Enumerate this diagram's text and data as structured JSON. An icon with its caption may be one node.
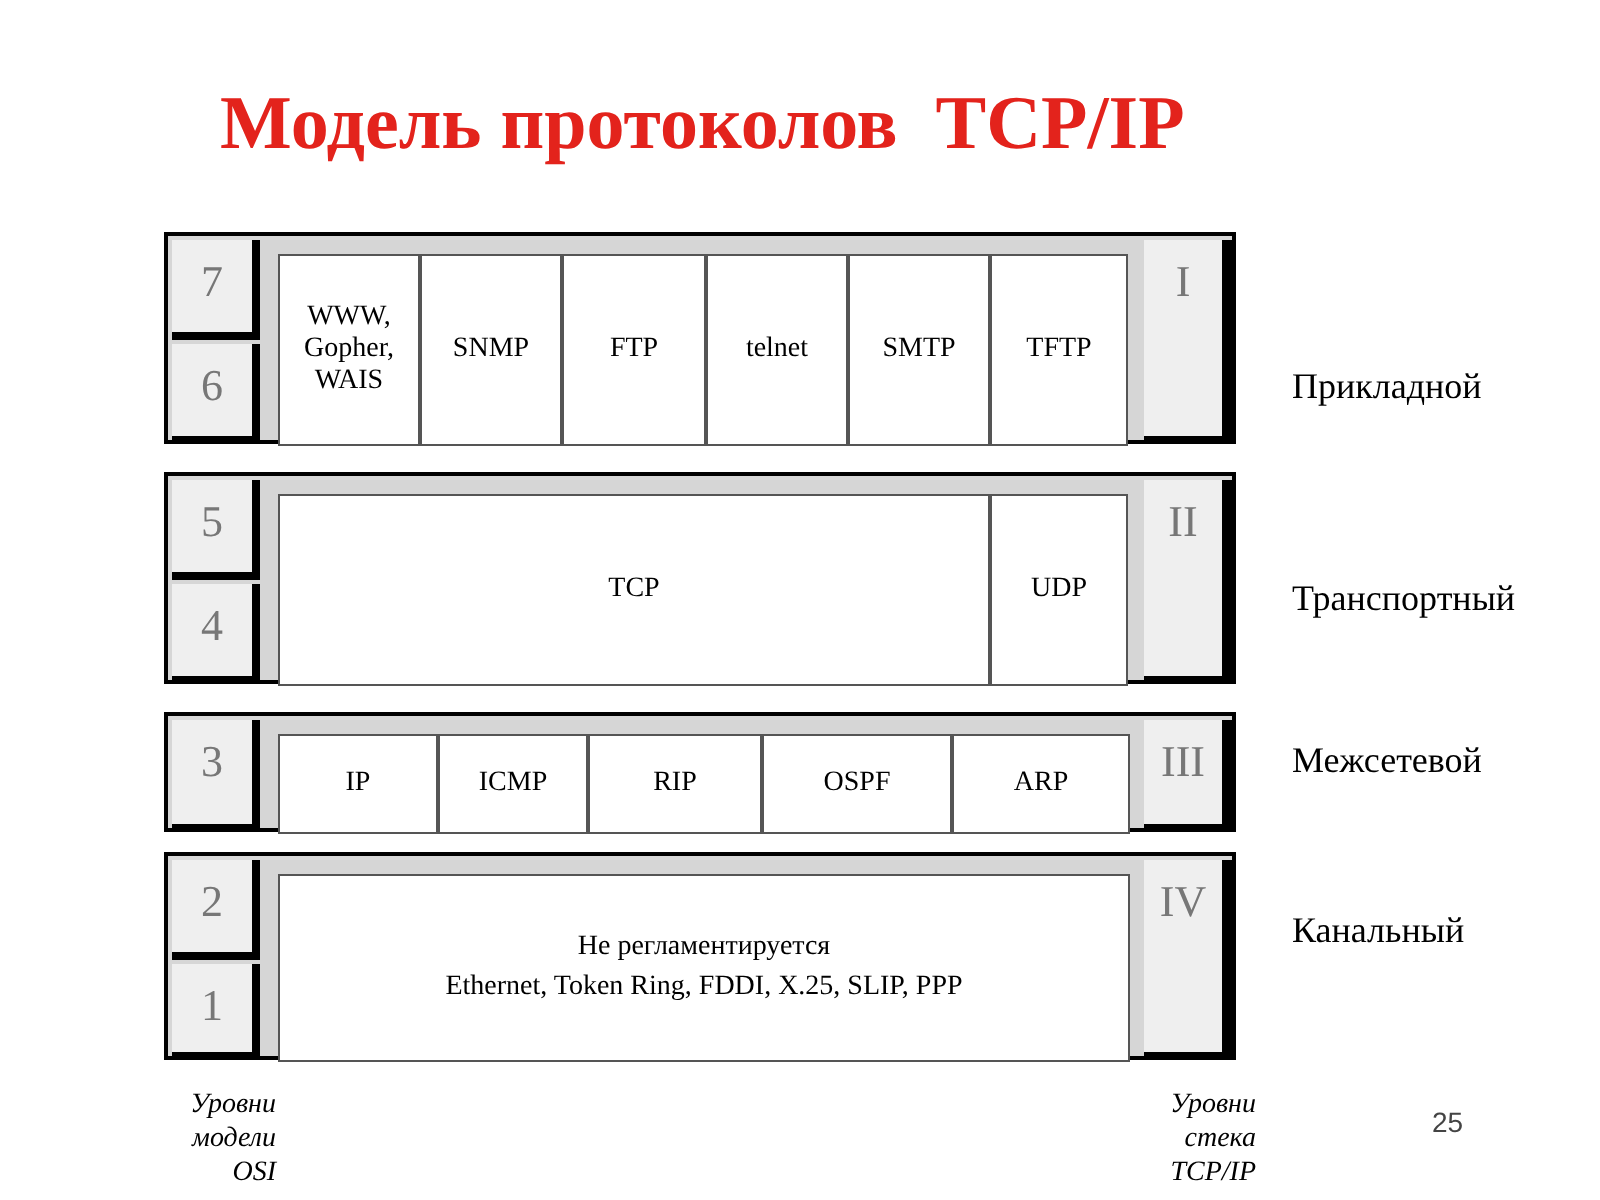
{
  "diagram": {
    "title": "Модель протоколов  TCP/IP",
    "nodes": [
      {
        "text": [],
        "shape": "box",
        "beside": [
          "Прикладной"
        ]
      },
      {
        "text": [
          "7"
        ],
        "in": 0
      },
      {
        "text": [
          "6"
        ],
        "in": 0
      },
      {
        "text": [
          "WWW, Gopher, WAIS"
        ],
        "in": 0
      },
      {
        "text": [
          "SNMP"
        ],
        "in": 0
      },
      {
        "text": [
          "FTP"
        ],
        "in": 0
      },
      {
        "text": [
          "telnet"
        ],
        "in": 0
      },
      {
        "text": [
          "SMTP"
        ],
        "in": 0
      },
      {
        "text": [
          "TFTP"
        ],
        "in": 0
      },
      {
        "text": [
          "I"
        ],
        "in": 0
      },
      {
        "text": [],
        "shape": "box",
        "beside": [
          "Транспортный"
        ]
      },
      {
        "text": [
          "5"
        ],
        "in": 10
      },
      {
        "text": [
          "4"
        ],
        "in": 10
      },
      {
        "text": [
          "TCP"
        ],
        "in": 10
      },
      {
        "text": [
          "UDP"
        ],
        "in": 10
      },
      {
        "text": [
          "II"
        ],
        "in": 10
      },
      {
        "text": [],
        "shape": "box",
        "beside": [
          "Межсетевой"
        ]
      },
      {
        "text": [
          "3"
        ],
        "in": 16
      },
      {
        "text": [
          "IP"
        ],
        "in": 16
      },
      {
        "text": [
          "ICMP"
        ],
        "in": 16
      },
      {
        "text": [
          "RIP"
        ],
        "in": 16
      },
      {
        "text": [
          "OSPF"
        ],
        "in": 16
      },
      {
        "text": [
          "ARP"
        ],
        "in": 16
      },
      {
        "text": [
          "III"
        ],
        "in": 16
      },
      {
        "text": [],
        "shape": "box",
        "beside": [
          "Канальный"
        ]
      },
      {
        "text": [
          "2"
        ],
        "in": 24
      },
      {
        "text": [
          "1"
        ],
        "in": 24
      },
      {
        "text": [
          "Не регламентируется",
          "Ethernet, Token Ring, FDDI, X.25, SLIP, PPP"
        ],
        "in": 24
      },
      {
        "text": [
          "IV"
        ],
        "in": 24
      }
    ],
    "edges": [],
    "labels": [
      "Уровни модели OSI",
      "Уровни стека TCP/IP",
      "25"
    ]
  }
}
